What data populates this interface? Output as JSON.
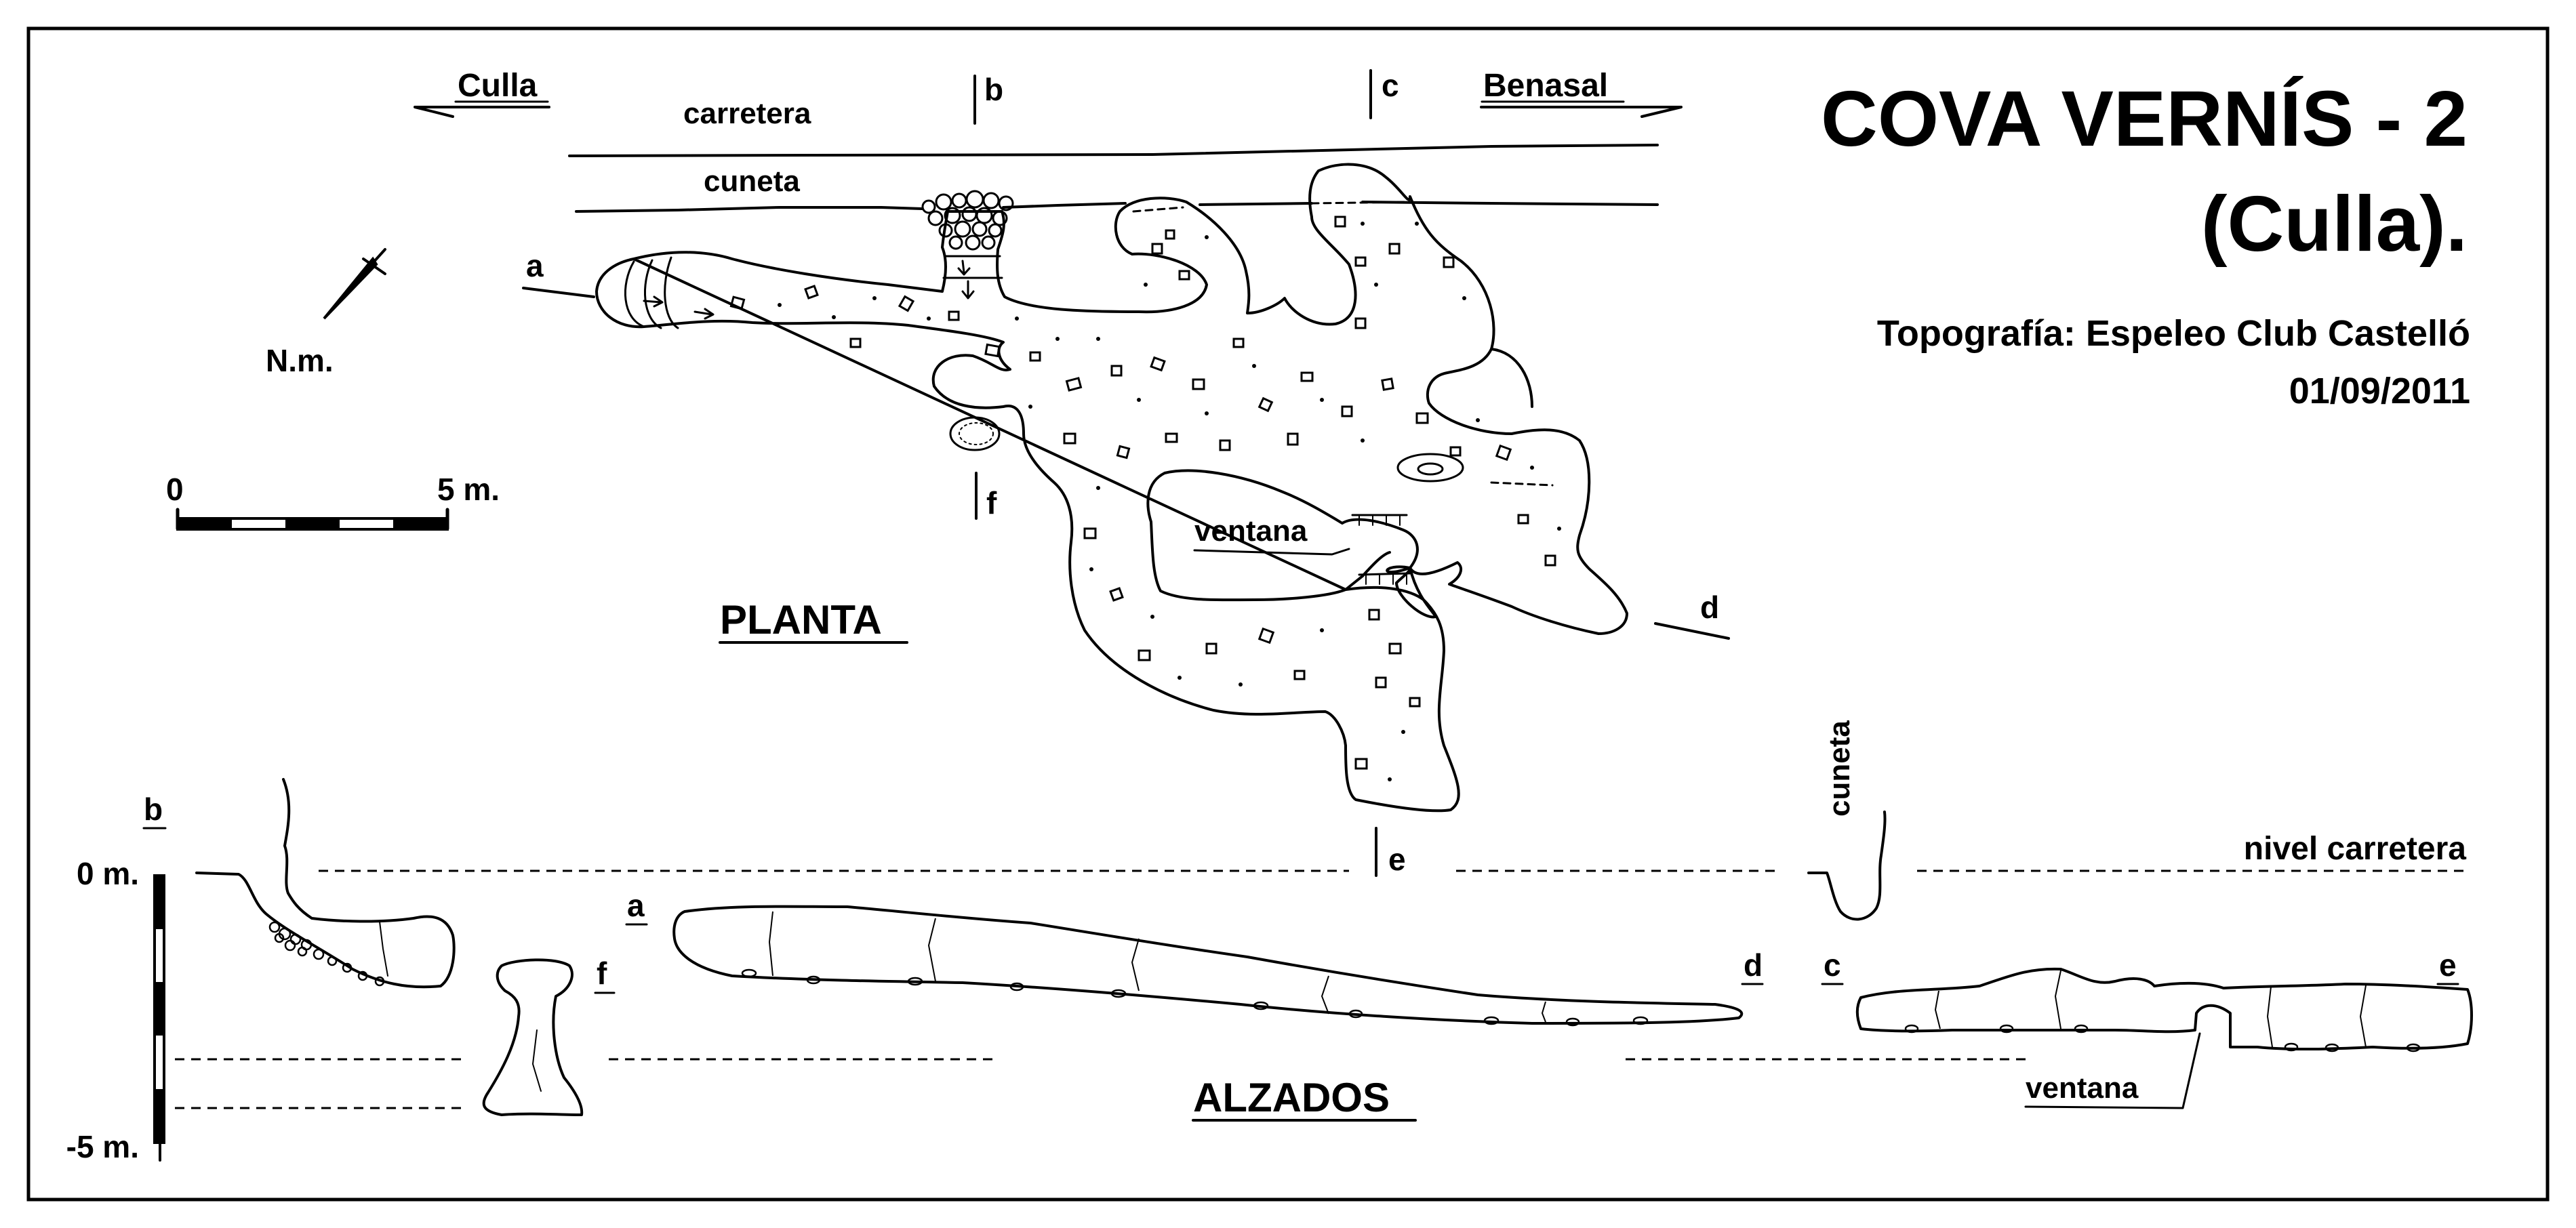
{
  "title": {
    "line1": "COVA  VERNÍS - 2",
    "line2": "(Culla).",
    "topo_label": "Topografía:  Espeleo Club Castelló",
    "date": "01/09/2011"
  },
  "plan": {
    "heading": "PLANTA",
    "road": {
      "left_town": "Culla",
      "right_town": "Benasal",
      "road_label": "carretera",
      "ditch_label": "cuneta"
    },
    "north_label": "N.m.",
    "scale": {
      "start": "0",
      "end": "5 m."
    },
    "window_label": "ventana",
    "section_markers": [
      "a",
      "b",
      "c",
      "d",
      "e",
      "f"
    ]
  },
  "elevations": {
    "heading": "ALZADOS",
    "vertical_scale": {
      "top": "0 m.",
      "bottom": "-5 m."
    },
    "road_level_label": "nivel  carretera",
    "ditch_label": "cuneta",
    "window_label": "ventana",
    "markers": [
      "b",
      "f",
      "a",
      "d",
      "c",
      "e"
    ]
  },
  "colors": {
    "ink": "#000000",
    "paper": "#ffffff"
  }
}
